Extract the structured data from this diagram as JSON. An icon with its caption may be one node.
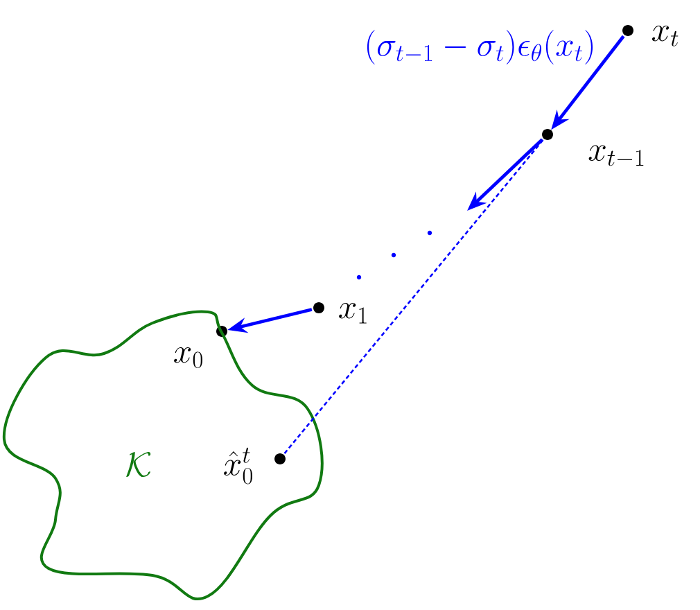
{
  "diagram": {
    "nodes": [
      {
        "text": [
          "x_t"
        ]
      },
      {
        "text": [
          "x_{t-1}"
        ]
      },
      {
        "text": [
          "x_1"
        ]
      },
      {
        "text": [
          "x_0"
        ]
      },
      {
        "text": [
          "\\mathcal{K}"
        ]
      },
      {
        "text": [
          "\\hat{x}_0^t"
        ],
        "in": 4
      }
    ],
    "edges": [
      {
        "from": 0,
        "to": 1,
        "arrow": "to",
        "label": "(\\sigma_{t-1}-\\sigma_t)\\epsilon_\\theta(x_t)"
      },
      {
        "from": 1,
        "to": null,
        "arrow": "to"
      },
      {
        "from": 2,
        "to": 3,
        "arrow": "to"
      },
      {
        "from": 1,
        "to": 5,
        "arrow": "none",
        "style": "dashed"
      }
    ]
  }
}
